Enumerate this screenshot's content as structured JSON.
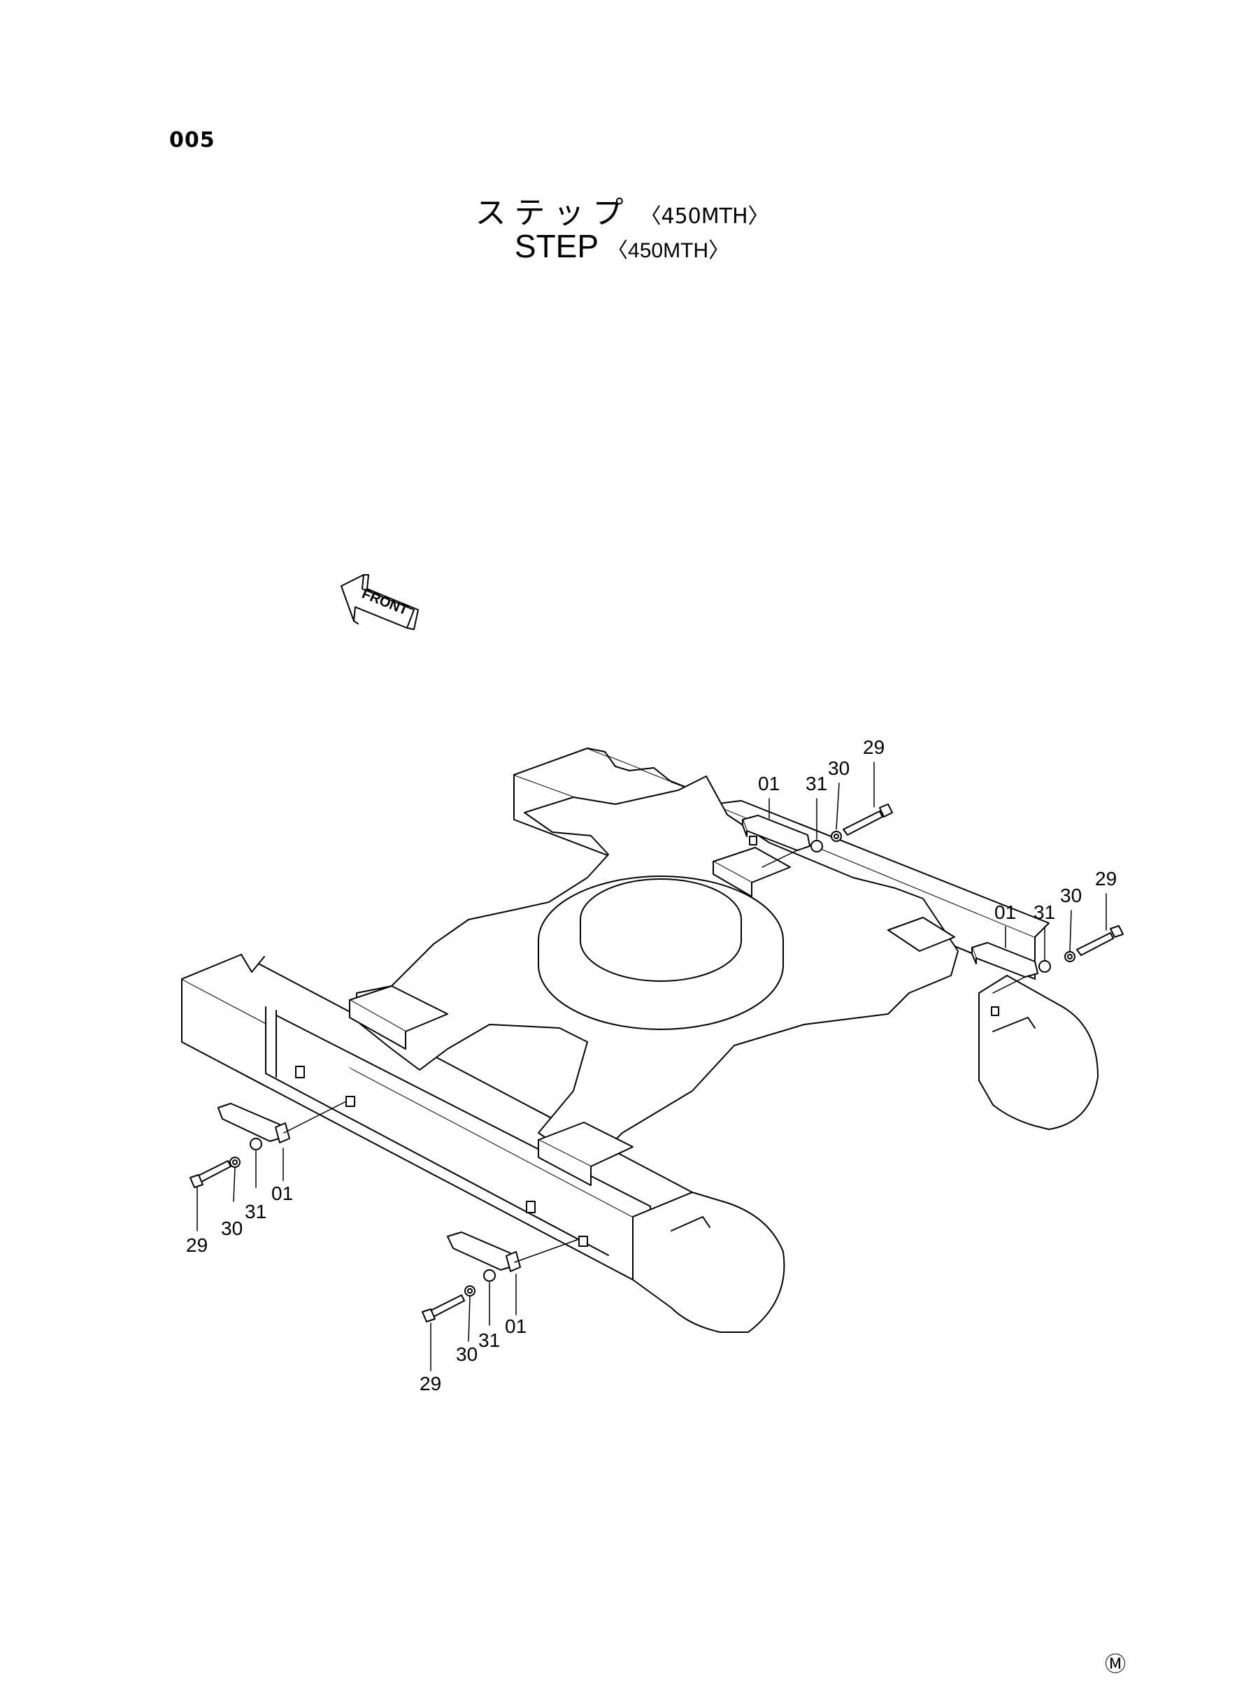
{
  "page": {
    "number": "005",
    "title_jp": "ステップ",
    "title_en": "STEP",
    "title_suffix": "〈450MTH〉",
    "mark": "Ⓜ"
  },
  "diagram": {
    "front_label": "FRONT",
    "callouts": {
      "g1": [
        "01",
        "31",
        "30",
        "29"
      ],
      "g2": [
        "01",
        "31",
        "30",
        "29"
      ],
      "g3": [
        "01",
        "31",
        "30",
        "29"
      ],
      "g4": [
        "01",
        "31",
        "30",
        "29"
      ]
    }
  }
}
